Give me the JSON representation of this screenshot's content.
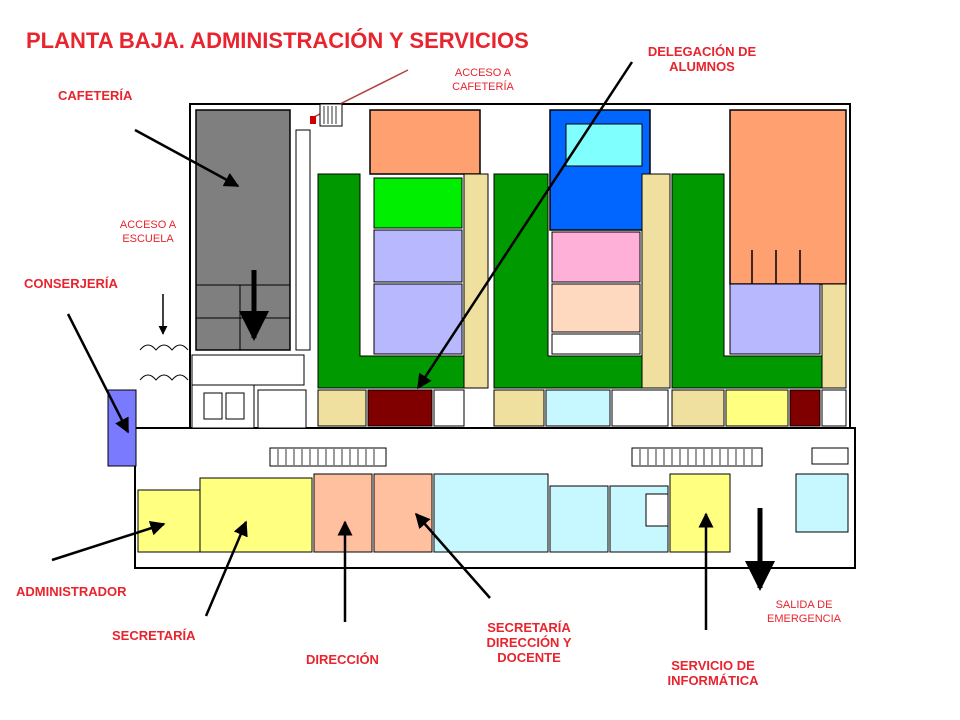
{
  "title": "PLANTA BAJA. ADMINISTRACIÓN Y SERVICIOS",
  "labels": {
    "cafeteria": "CAFETERÍA",
    "acceso_cafeteria": "ACCESO A\nCAFETERÍA",
    "delegacion_alumnos": "DELEGACIÓN DE\nALUMNOS",
    "acceso_escuela": "ACCESO A\nESCUELA",
    "conserjeria": "CONSERJERÍA",
    "administrador": "ADMINISTRADOR",
    "secretaria": "SECRETARÍA",
    "direccion": "DIRECCIÓN",
    "secretaria_direccion_docente": "SECRETARÍA\nDIRECCIÓN Y\nDOCENTE",
    "servicio_informatica": "SERVICIO DE\nINFORMÁTICA",
    "salida_emergencia": "SALIDA DE\nEMERGENCIA"
  },
  "colors": {
    "label": "#e8242e",
    "cafeteria": "#7f7f7f",
    "patio": "#009900",
    "corridor": "#f0e0a0",
    "salmon": "#ffa070",
    "blue": "#0066ff",
    "cyan": "#80ffff",
    "lavender": "#b8b8ff",
    "pink": "#ffb0d8",
    "peach": "#ffd8c0",
    "lime": "#00ee00",
    "maroon": "#800000",
    "yellow": "#ffff80",
    "lightblue": "#c8f8ff",
    "conserjeria": "#7a7aff"
  }
}
